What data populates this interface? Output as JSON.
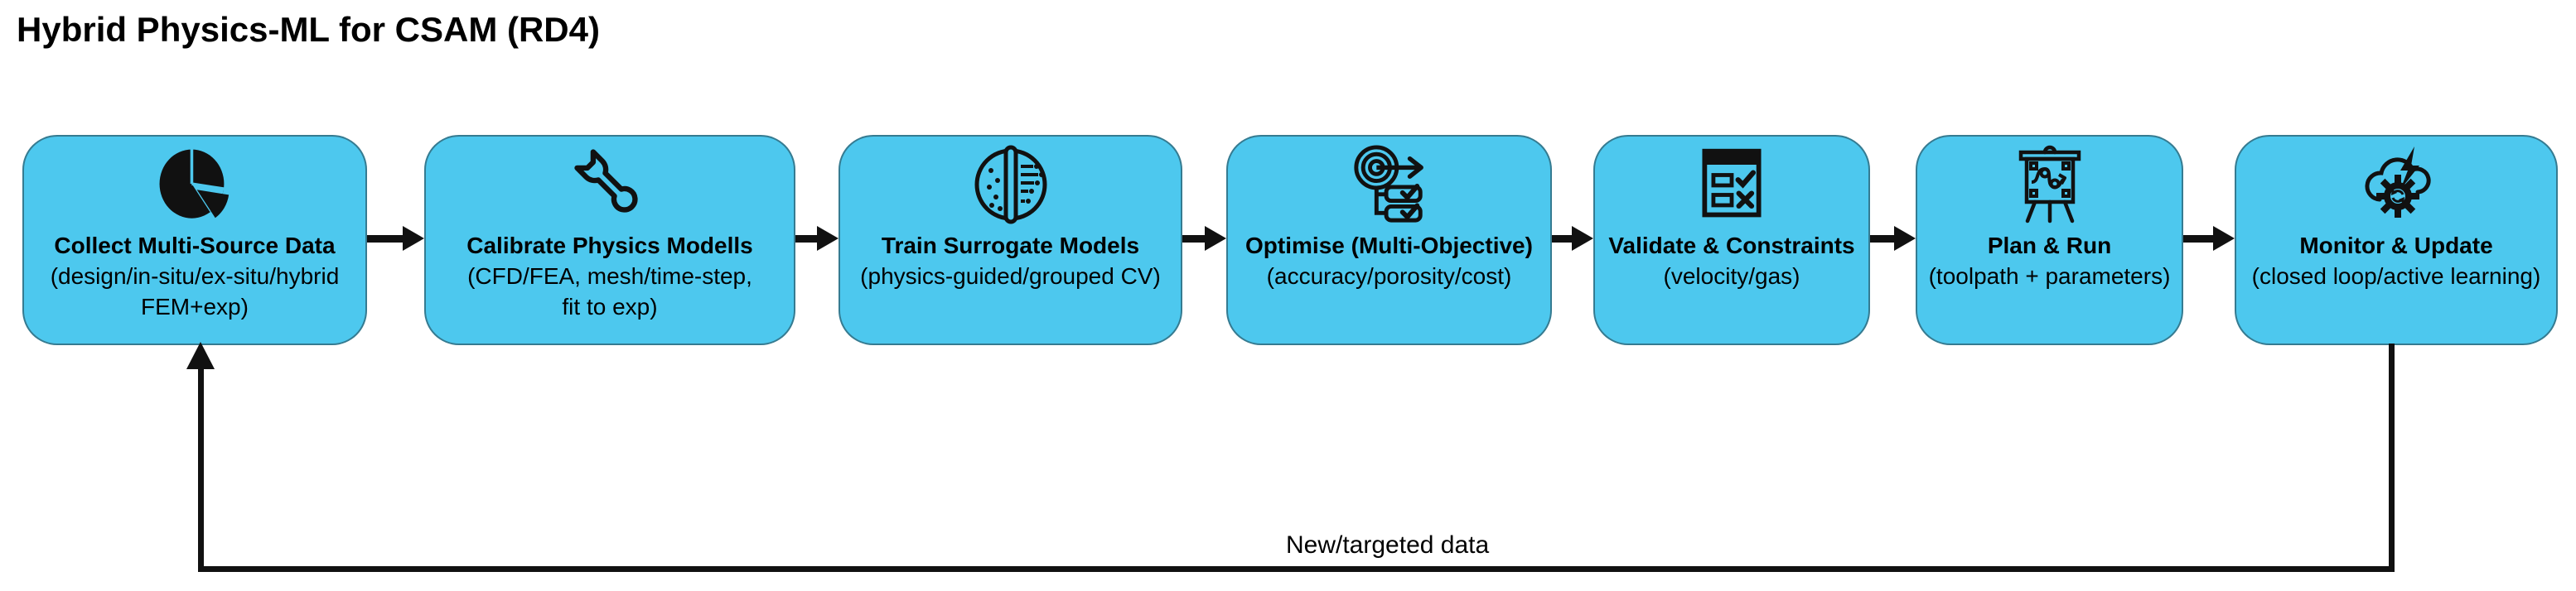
{
  "title": "Hybrid Physics-ML for CSAM (RD4)",
  "colors": {
    "box_fill": "#4dc8ee",
    "box_border": "#39535e",
    "ink": "#111111",
    "background": "#ffffff"
  },
  "steps": [
    {
      "icon": "pie-chart-icon",
      "title": "Collect Multi-Source Data",
      "subtitle_lines": [
        "(design/in-situ/ex-situ/hybrid",
        "FEM+exp)"
      ]
    },
    {
      "icon": "wrench-icon",
      "title": "Calibrate Physics Modells",
      "subtitle_lines": [
        "(CFD/FEA, mesh/time-step,",
        "fit to exp)"
      ]
    },
    {
      "icon": "brain-circuit-icon",
      "title": "Train Surrogate Models",
      "subtitle_lines": [
        "(physics-guided/grouped CV)"
      ]
    },
    {
      "icon": "target-arrow-checklist-icon",
      "title": "Optimise (Multi-Objective)",
      "subtitle_lines": [
        "(accuracy/porosity/cost)"
      ]
    },
    {
      "icon": "checklist-check-x-icon",
      "title": "Validate & Constraints",
      "subtitle_lines": [
        "(velocity/gas)"
      ]
    },
    {
      "icon": "easel-toolpath-icon",
      "title": "Plan & Run",
      "subtitle_lines": [
        "(toolpath + parameters)"
      ]
    },
    {
      "icon": "cloud-gear-bolt-icon",
      "title": "Monitor & Update",
      "subtitle_lines": [
        "(closed loop/active learning)"
      ]
    }
  ],
  "feedback": {
    "label": "New/targeted data"
  }
}
